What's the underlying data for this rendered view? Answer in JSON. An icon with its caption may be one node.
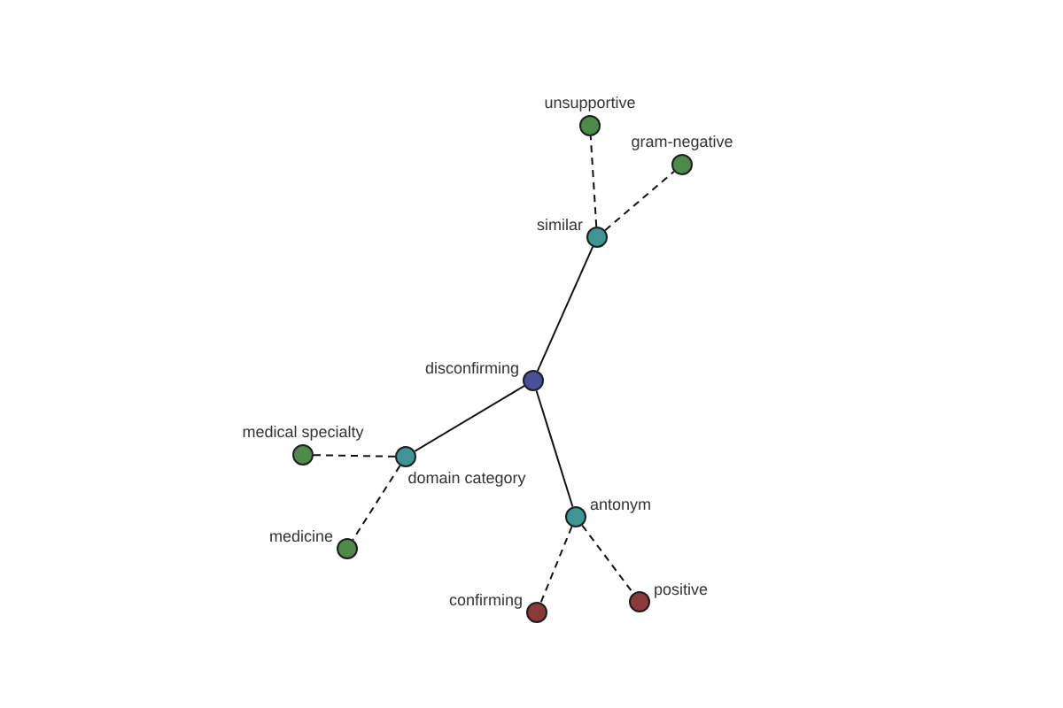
{
  "diagram": {
    "nodes": [
      {
        "text": [
          "unsupportive"
        ]
      },
      {
        "text": [
          "gram-negative"
        ]
      },
      {
        "text": [
          "similar"
        ]
      },
      {
        "text": [
          "disconfirming"
        ]
      },
      {
        "text": [
          "medical specialty"
        ]
      },
      {
        "text": [
          "domain category"
        ]
      },
      {
        "text": [
          "antonym"
        ]
      },
      {
        "text": [
          "medicine"
        ]
      },
      {
        "text": [
          "confirming"
        ]
      },
      {
        "text": [
          "positive"
        ]
      }
    ],
    "edges": [
      {
        "from": 3,
        "to": 2,
        "arrow": "none"
      },
      {
        "from": 3,
        "to": 5,
        "arrow": "none"
      },
      {
        "from": 3,
        "to": 6,
        "arrow": "none"
      },
      {
        "from": 2,
        "to": 0,
        "arrow": "none",
        "style": "dashed"
      },
      {
        "from": 2,
        "to": 1,
        "arrow": "none",
        "style": "dashed"
      },
      {
        "from": 5,
        "to": 4,
        "arrow": "none",
        "style": "dashed"
      },
      {
        "from": 5,
        "to": 7,
        "arrow": "none",
        "style": "dashed"
      },
      {
        "from": 6,
        "to": 8,
        "arrow": "none",
        "style": "dashed"
      },
      {
        "from": 6,
        "to": 9,
        "arrow": "none",
        "style": "dashed"
      }
    ]
  }
}
